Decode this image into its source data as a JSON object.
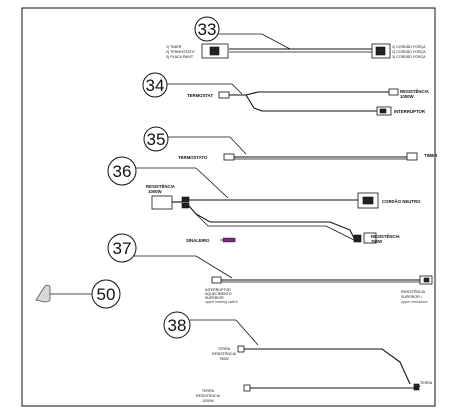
{
  "items": {
    "i33": {
      "number": "33",
      "left_labels": [
        "1) TIMER",
        "2) TERMOSTATO",
        "3) PLACA PAINT"
      ],
      "right_labels": [
        "1) CORDÃO FORÇA",
        "2) CORDÃO FORÇA",
        "3) CORDÃO FORÇA"
      ]
    },
    "i34": {
      "number": "34",
      "termostat": "TERMOSTAT",
      "resistencia_1": "RESISTÊNCIA",
      "resistencia_2": "1000W",
      "interruptor": "INTERRUPTOR"
    },
    "i35": {
      "number": "35",
      "termostato": "TERMOSTATO",
      "timer": "TIMER"
    },
    "i36": {
      "number": "36",
      "resistencia_1": "RESISTÊNCIA",
      "resistencia_2": "1000W",
      "cordao_neutro": "CORDÃO NEUTRO",
      "resistencia750_1": "RESISTÊNCIA",
      "resistencia750_2": "750W"
    },
    "i37": {
      "number": "37",
      "sinaleiro": "SINALEIRO",
      "interruptor_1": "INTERRUPTOR",
      "interruptor_2": "AQUECIMENTO",
      "interruptor_3": "SUPERIOR",
      "interruptor_4": "upper heating switch",
      "resistencia_1": "RESISTÊNCIA",
      "resistencia_2": "SUPERIOR /",
      "resistencia_3": "upper resistance"
    },
    "i38": {
      "number": "38",
      "terra750_1": "TERRA",
      "terra750_2": "RESISTÊNCIA",
      "terra750_3": "750W",
      "terra1000_1": "TERRA",
      "terra1000_2": "RESISTÊNCIA",
      "terra1000_3": "1000W",
      "terra": "TERRA"
    },
    "i50": {
      "number": "50"
    }
  }
}
